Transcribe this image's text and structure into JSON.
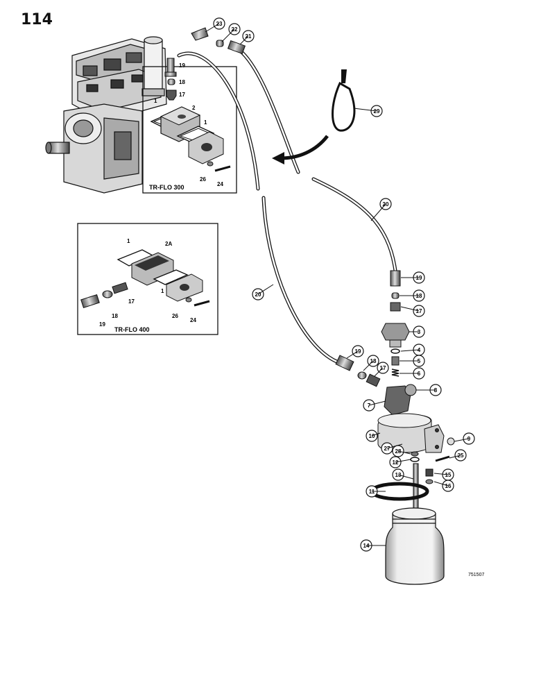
{
  "page_number": "114",
  "figure_code": "751507",
  "insets": {
    "upper": {
      "title": "TR-FLO 300"
    },
    "lower": {
      "title": "TR-FLO 400"
    }
  },
  "callouts": [
    {
      "id": "c23",
      "label": "23"
    },
    {
      "id": "c22",
      "label": "22"
    },
    {
      "id": "c21",
      "label": "21"
    },
    {
      "id": "c29",
      "label": "29"
    },
    {
      "id": "c20a",
      "label": "20"
    },
    {
      "id": "c20b",
      "label": "20"
    },
    {
      "id": "c19a",
      "label": "19"
    },
    {
      "id": "c18a",
      "label": "18"
    },
    {
      "id": "c17a",
      "label": "17"
    },
    {
      "id": "c3",
      "label": "3"
    },
    {
      "id": "c4",
      "label": "4"
    },
    {
      "id": "c5",
      "label": "5"
    },
    {
      "id": "c6",
      "label": "6"
    },
    {
      "id": "c19b",
      "label": "19"
    },
    {
      "id": "c18b",
      "label": "18"
    },
    {
      "id": "c17b",
      "label": "17"
    },
    {
      "id": "c8",
      "label": "8"
    },
    {
      "id": "c7",
      "label": "7"
    },
    {
      "id": "c10",
      "label": "10"
    },
    {
      "id": "c9",
      "label": "9"
    },
    {
      "id": "c27",
      "label": "27"
    },
    {
      "id": "c28",
      "label": "28"
    },
    {
      "id": "c25",
      "label": "25"
    },
    {
      "id": "c12",
      "label": "12"
    },
    {
      "id": "c13",
      "label": "13"
    },
    {
      "id": "c15",
      "label": "15"
    },
    {
      "id": "c16",
      "label": "16"
    },
    {
      "id": "c11",
      "label": "11"
    },
    {
      "id": "c14",
      "label": "14"
    }
  ],
  "upper_inset_labels": [
    {
      "id": "u19",
      "label": "19"
    },
    {
      "id": "u18",
      "label": "18"
    },
    {
      "id": "u17",
      "label": "17"
    },
    {
      "id": "u1a",
      "label": "1"
    },
    {
      "id": "u2",
      "label": "2"
    },
    {
      "id": "u1b",
      "label": "1"
    },
    {
      "id": "u26",
      "label": "26"
    },
    {
      "id": "u24",
      "label": "24"
    }
  ],
  "lower_inset_labels": [
    {
      "id": "l1a",
      "label": "1"
    },
    {
      "id": "l2a",
      "label": "2A"
    },
    {
      "id": "l1b",
      "label": "1"
    },
    {
      "id": "l17",
      "label": "17"
    },
    {
      "id": "l19",
      "label": "19"
    },
    {
      "id": "l18",
      "label": "18"
    },
    {
      "id": "l26",
      "label": "26"
    },
    {
      "id": "l24",
      "label": "24"
    }
  ]
}
